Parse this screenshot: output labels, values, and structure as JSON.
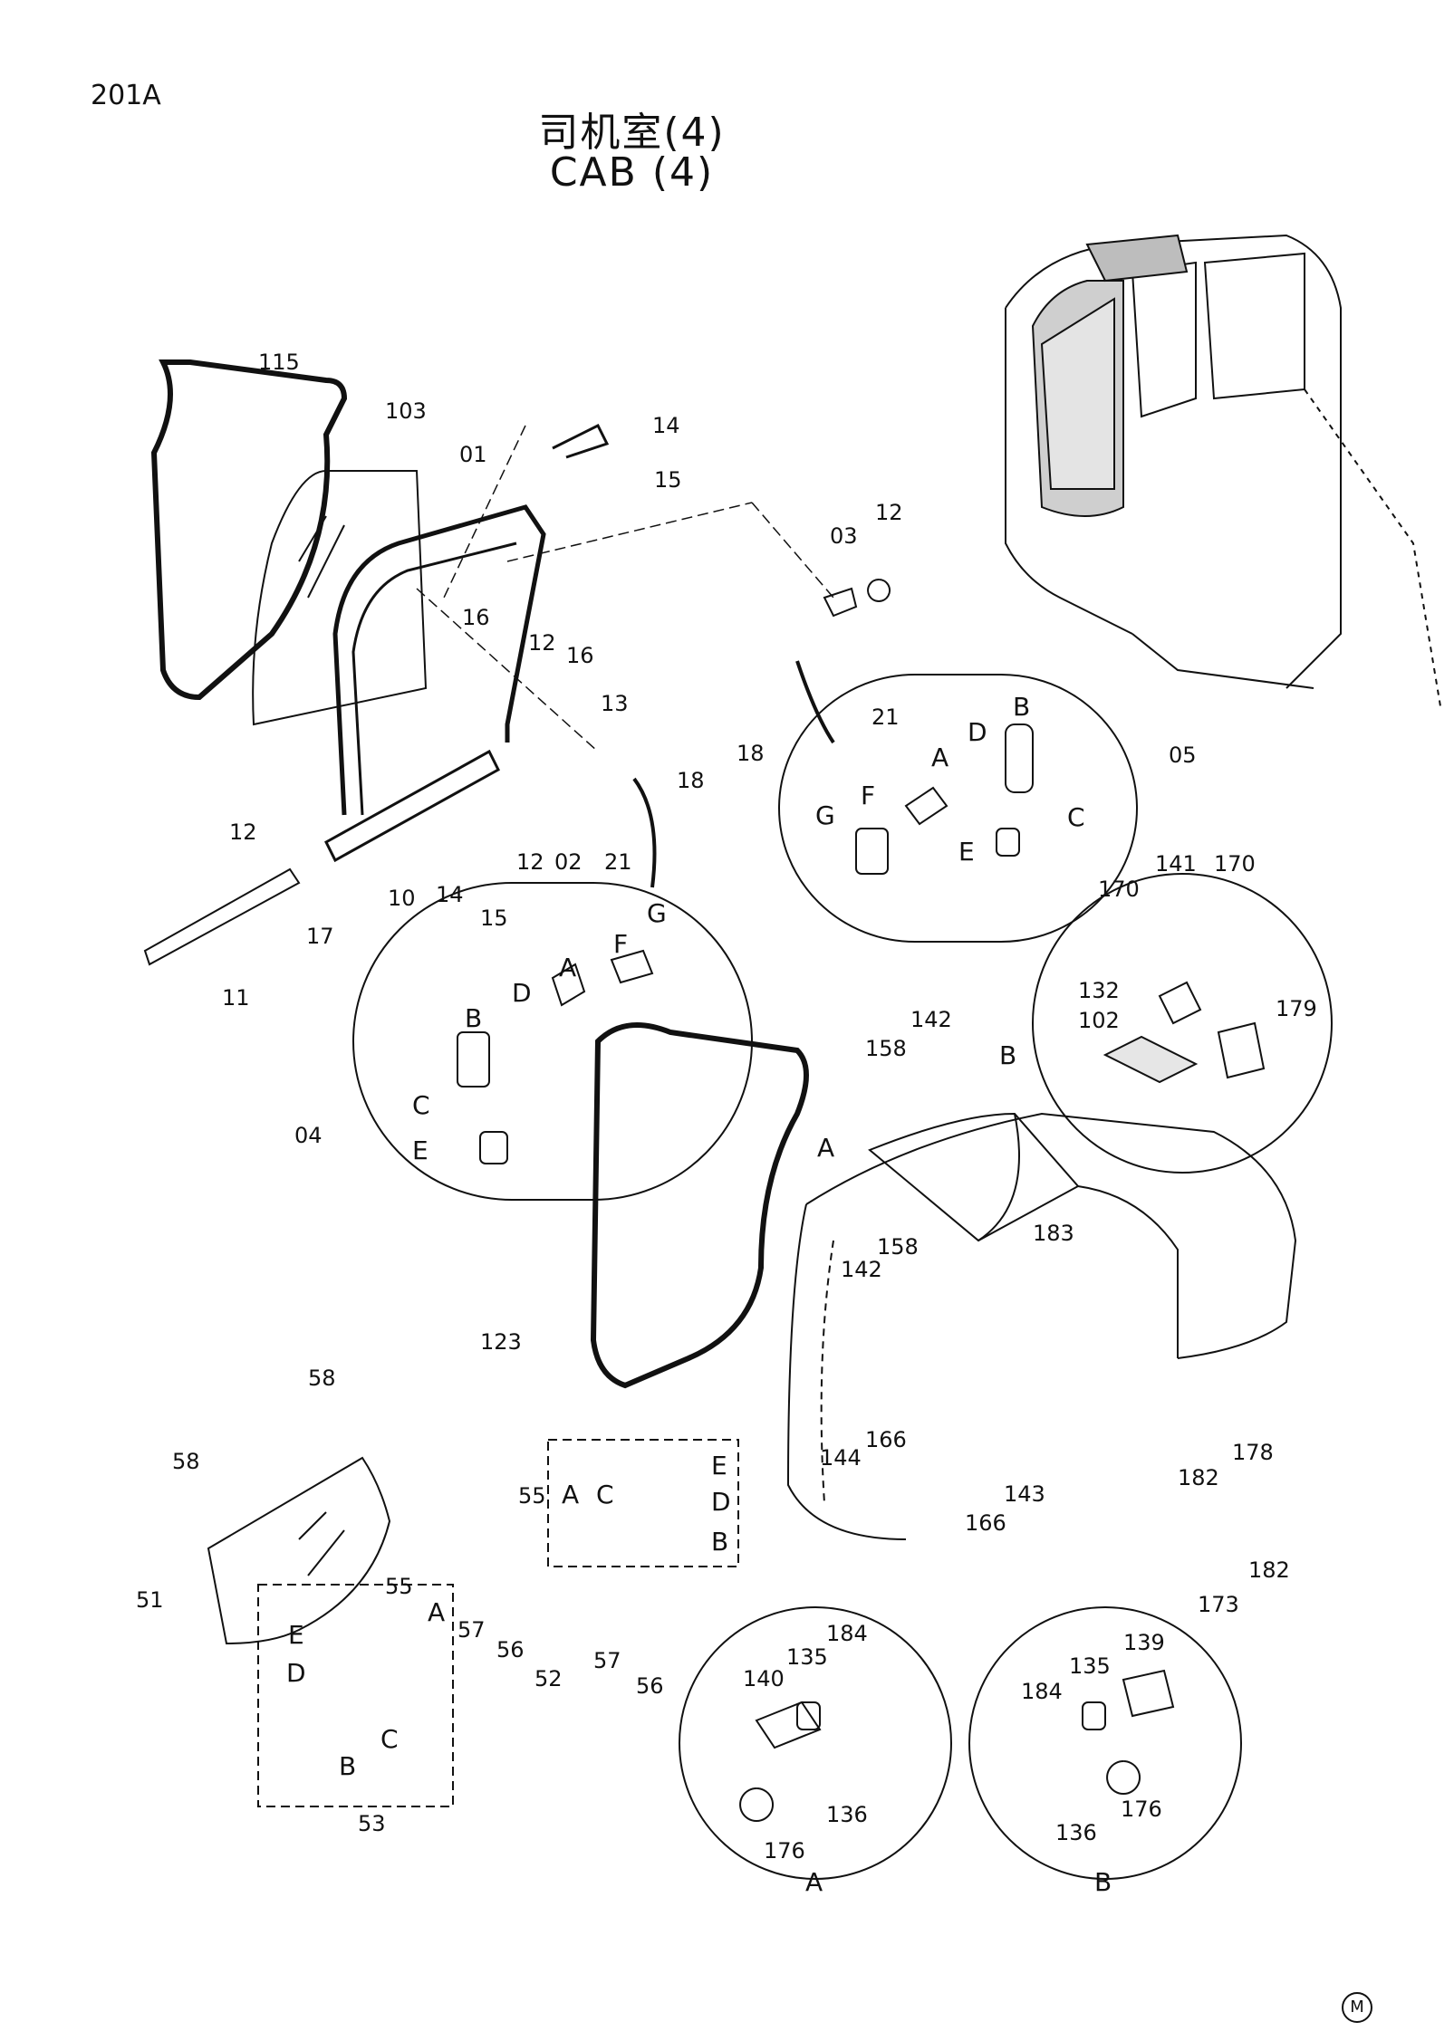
{
  "page_code": "201A",
  "title_cn": "司机室(4)",
  "title_en": "CAB (4)",
  "corner_mark": "M",
  "callouts": [
    {
      "id": "c115",
      "text": "115"
    },
    {
      "id": "c103",
      "text": "103"
    },
    {
      "id": "c01",
      "text": "01"
    },
    {
      "id": "c14a",
      "text": "14"
    },
    {
      "id": "c15a",
      "text": "15"
    },
    {
      "id": "c16a",
      "text": "16"
    },
    {
      "id": "c12a",
      "text": "12"
    },
    {
      "id": "c16b",
      "text": "16"
    },
    {
      "id": "c13",
      "text": "13"
    },
    {
      "id": "c12b",
      "text": "12"
    },
    {
      "id": "c03",
      "text": "03"
    },
    {
      "id": "c21a",
      "text": "21"
    },
    {
      "id": "c18a",
      "text": "18"
    },
    {
      "id": "c18b",
      "text": "18"
    },
    {
      "id": "c12c",
      "text": "12"
    },
    {
      "id": "c12d",
      "text": "12"
    },
    {
      "id": "c02",
      "text": "02"
    },
    {
      "id": "c21b",
      "text": "21"
    },
    {
      "id": "c10",
      "text": "10"
    },
    {
      "id": "c14b",
      "text": "14"
    },
    {
      "id": "c15b",
      "text": "15"
    },
    {
      "id": "c17",
      "text": "17"
    },
    {
      "id": "c11",
      "text": "11"
    },
    {
      "id": "c05",
      "text": "05"
    },
    {
      "id": "c05G",
      "text": "G"
    },
    {
      "id": "c05F",
      "text": "F"
    },
    {
      "id": "c05A",
      "text": "A"
    },
    {
      "id": "c05D",
      "text": "D"
    },
    {
      "id": "c05B",
      "text": "B"
    },
    {
      "id": "c05C",
      "text": "C"
    },
    {
      "id": "c05E",
      "text": "E"
    },
    {
      "id": "c04",
      "text": "04"
    },
    {
      "id": "c04B",
      "text": "B"
    },
    {
      "id": "c04D",
      "text": "D"
    },
    {
      "id": "c04A",
      "text": "A"
    },
    {
      "id": "c04F",
      "text": "F"
    },
    {
      "id": "c04G",
      "text": "G"
    },
    {
      "id": "c04C",
      "text": "C"
    },
    {
      "id": "c04E",
      "text": "E"
    },
    {
      "id": "c170a",
      "text": "170"
    },
    {
      "id": "c141",
      "text": "141"
    },
    {
      "id": "c170b",
      "text": "170"
    },
    {
      "id": "c132",
      "text": "132"
    },
    {
      "id": "c102",
      "text": "102"
    },
    {
      "id": "c179",
      "text": "179"
    },
    {
      "id": "c158a",
      "text": "158"
    },
    {
      "id": "c142a",
      "text": "142"
    },
    {
      "id": "cB",
      "text": "B"
    },
    {
      "id": "cA",
      "text": "A"
    },
    {
      "id": "c183",
      "text": "183"
    },
    {
      "id": "c158b",
      "text": "158"
    },
    {
      "id": "c142b",
      "text": "142"
    },
    {
      "id": "c123",
      "text": "123"
    },
    {
      "id": "c166a",
      "text": "166"
    },
    {
      "id": "c144",
      "text": "144"
    },
    {
      "id": "c143",
      "text": "143"
    },
    {
      "id": "c166b",
      "text": "166"
    },
    {
      "id": "c178",
      "text": "178"
    },
    {
      "id": "c182a",
      "text": "182"
    },
    {
      "id": "c182b",
      "text": "182"
    },
    {
      "id": "c173",
      "text": "173"
    },
    {
      "id": "c58a",
      "text": "58"
    },
    {
      "id": "c58b",
      "text": "58"
    },
    {
      "id": "c51",
      "text": "51"
    },
    {
      "id": "c55a",
      "text": "55"
    },
    {
      "id": "c52A",
      "text": "A"
    },
    {
      "id": "c52C",
      "text": "C"
    },
    {
      "id": "c52E",
      "text": "E"
    },
    {
      "id": "c52D",
      "text": "D"
    },
    {
      "id": "c52B",
      "text": "B"
    },
    {
      "id": "c52",
      "text": "52"
    },
    {
      "id": "c57a",
      "text": "57"
    },
    {
      "id": "c56a",
      "text": "56"
    },
    {
      "id": "c55b",
      "text": "55"
    },
    {
      "id": "c53A",
      "text": "A"
    },
    {
      "id": "c57b",
      "text": "57"
    },
    {
      "id": "c53E",
      "text": "E"
    },
    {
      "id": "c53D",
      "text": "D"
    },
    {
      "id": "c56b",
      "text": "56"
    },
    {
      "id": "c53C",
      "text": "C"
    },
    {
      "id": "c53B",
      "text": "B"
    },
    {
      "id": "c53",
      "text": "53"
    },
    {
      "id": "c140",
      "text": "140"
    },
    {
      "id": "c135a",
      "text": "135"
    },
    {
      "id": "c184a",
      "text": "184"
    },
    {
      "id": "c176a",
      "text": "176"
    },
    {
      "id": "c136a",
      "text": "136"
    },
    {
      "id": "cDetA",
      "text": "A"
    },
    {
      "id": "c139",
      "text": "139"
    },
    {
      "id": "c135b",
      "text": "135"
    },
    {
      "id": "c184b",
      "text": "184"
    },
    {
      "id": "c136b",
      "text": "136"
    },
    {
      "id": "c176b",
      "text": "176"
    },
    {
      "id": "cDetB",
      "text": "B"
    }
  ]
}
